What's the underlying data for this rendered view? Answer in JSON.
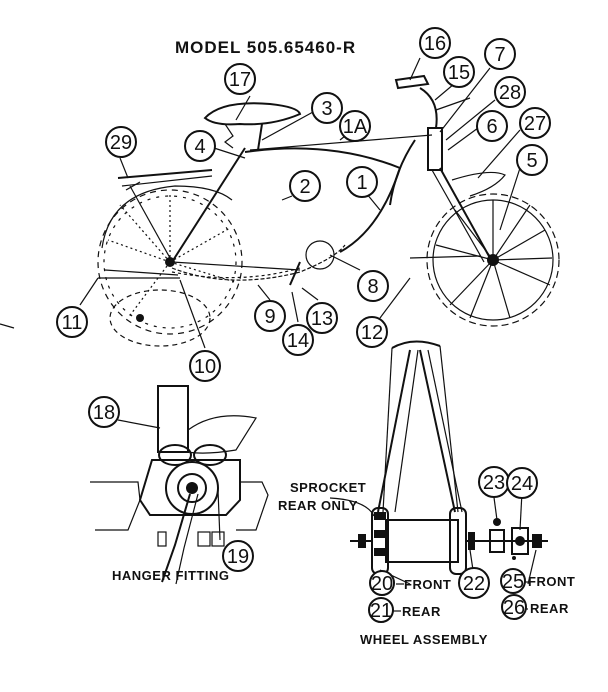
{
  "title": "MODEL 505.65460-R",
  "callouts": [
    "1",
    "1A",
    "2",
    "3",
    "4",
    "5",
    "6",
    "7",
    "8",
    "9",
    "10",
    "11",
    "12",
    "13",
    "14",
    "15",
    "16",
    "17",
    "18",
    "19",
    "20",
    "21",
    "22",
    "23",
    "24",
    "25",
    "26",
    "27",
    "28",
    "29"
  ],
  "labels": {
    "sprocket_line1": "SPROCKET",
    "sprocket_line2": "REAR ONLY",
    "hanger_fitting": "HANGER FITTING",
    "wheel_assembly": "WHEEL ASSEMBLY",
    "front_20": "FRONT",
    "rear_21": "REAR",
    "front_25": "FRONT",
    "rear_26": "REAR"
  },
  "icons": [
    "bicycle-drawing",
    "hanger-fitting-drawing",
    "wheel-hub-drawing"
  ]
}
